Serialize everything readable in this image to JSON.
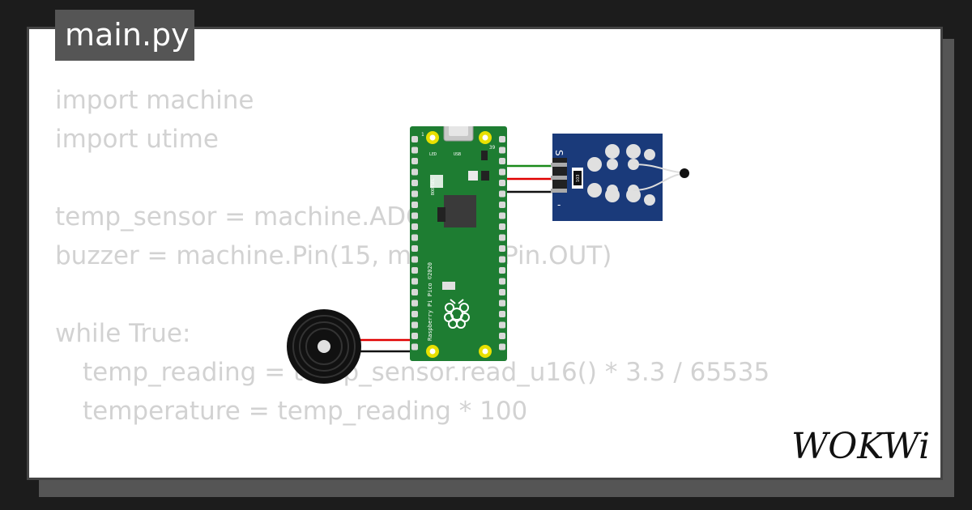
{
  "editor": {
    "file_name": "main.py",
    "code_lines": [
      {
        "text": "import machine",
        "indent": false
      },
      {
        "text": "import utime",
        "indent": false
      },
      {
        "text": "",
        "indent": false
      },
      {
        "text": "temp_sensor = machine.ADC(",
        "indent": false
      },
      {
        "text": "buzzer = machine.Pin(15, machine.Pin.OUT)",
        "indent": false
      },
      {
        "text": "",
        "indent": false
      },
      {
        "text": "while True:",
        "indent": false
      },
      {
        "text": "temp_reading = temp_sensor.read_u16() * 3.3 / 65535",
        "indent": true
      },
      {
        "text": "temperature = temp_reading * 100",
        "indent": true
      }
    ]
  },
  "board": {
    "name": "Raspberry Pi Pico ©2020",
    "pin_top_left": "1",
    "pin_top_right": "39",
    "led_label": "LED",
    "usb_label": "USB",
    "bootsel_label": "BOOTSEL",
    "colors": {
      "pcb": "#1e7d32",
      "pad": "#e8e000"
    }
  },
  "sensor": {
    "signal_label": "S",
    "minus_label": "-",
    "resistor_label": "103",
    "colors": {
      "pcb": "#1a3a7a"
    }
  },
  "buzzer": {
    "colors": {
      "body": "#111111"
    }
  },
  "wires": {
    "colors": [
      "#1a8a1a",
      "#e00000",
      "#111111"
    ]
  },
  "brand": {
    "logo_text": "WOKWi"
  }
}
